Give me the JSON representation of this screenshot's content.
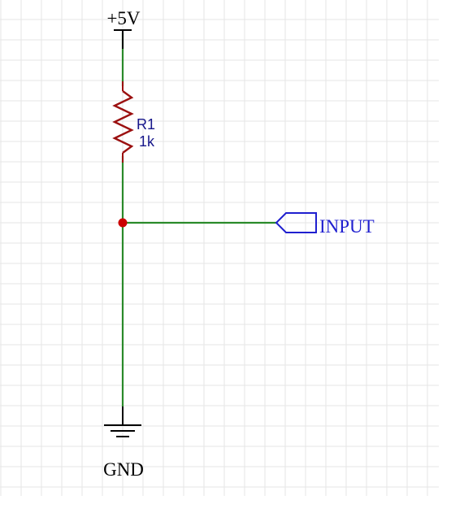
{
  "schematic": {
    "power_label": "+5V",
    "ground_label": "GND",
    "net_label": "INPUT",
    "resistor": {
      "designator": "R1",
      "value": "1k"
    }
  },
  "colors": {
    "background": "#ffffff",
    "grid": "#e6e6e6",
    "wire": "#2a8a2a",
    "resistor": "#9b1010",
    "junction": "#cc0000",
    "symbol": "#000000",
    "net_label": "#1f1fcf",
    "designator": "#16168a"
  }
}
